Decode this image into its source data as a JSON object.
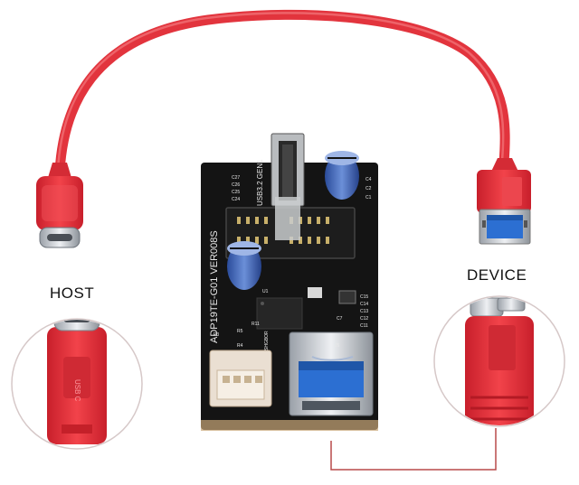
{
  "labels": {
    "host": "HOST",
    "device": "DEVICE"
  },
  "pcb": {
    "model": "ADP19TE-G01 VER008S",
    "header": "USB3.2 GEN1",
    "small_text": "SHGBOR",
    "silkscreen": [
      "C27",
      "C26",
      "C25",
      "C24",
      "C4",
      "C2",
      "C1",
      "C15",
      "C14",
      "C13",
      "C12",
      "C11",
      "C7",
      "R5",
      "R11",
      "R4",
      "P3",
      "U1",
      "J5"
    ]
  },
  "icons": [
    "usb-c-connector-icon",
    "usb-a-connector-icon",
    "usb-micro-b-connector-icon"
  ],
  "colors": {
    "cable": "#e2343d",
    "pcb": "#141414",
    "usb_blue": "#2c6fd2",
    "callout_line": "#b84a4a"
  }
}
